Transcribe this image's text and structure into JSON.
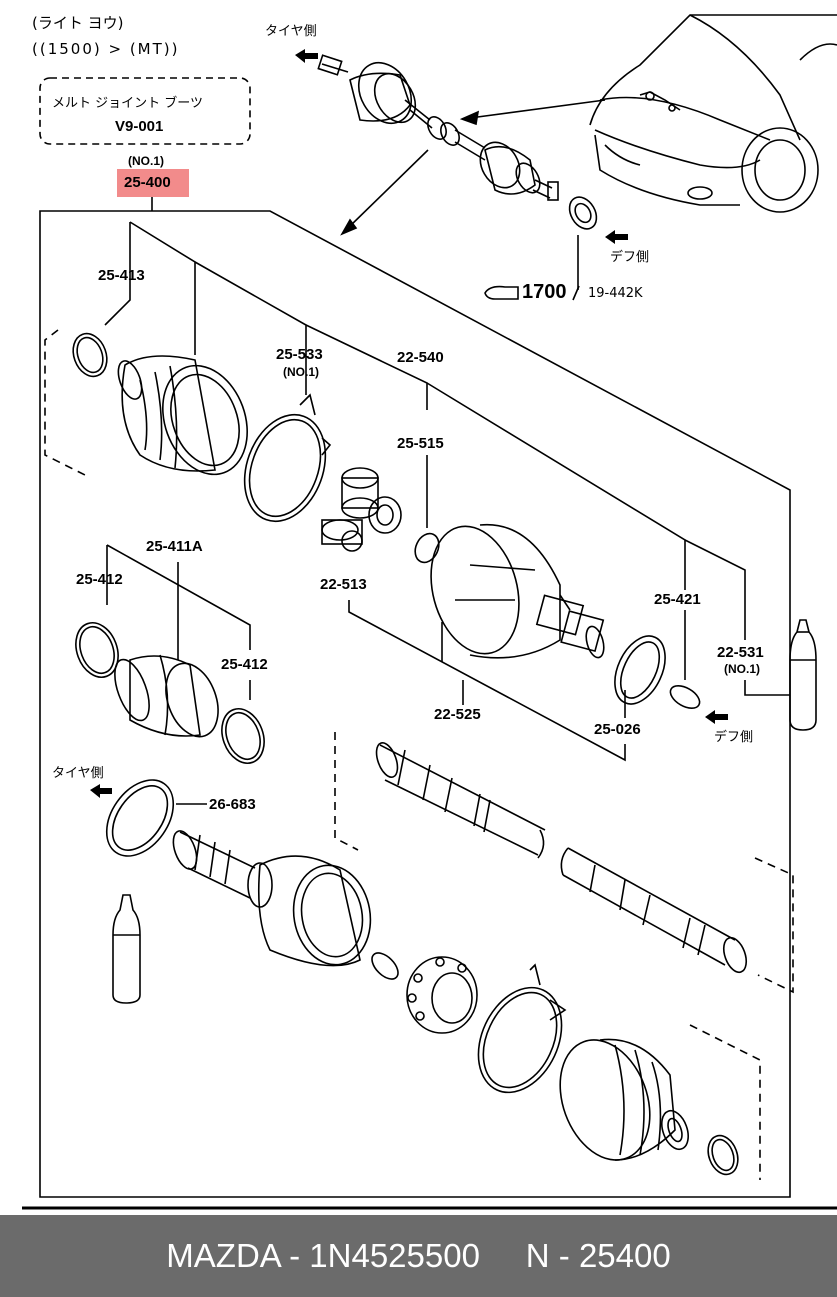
{
  "header": {
    "line1": "(ライト ヨウ)",
    "line2": "((1500) > (MT))",
    "box_line1": "メルト ジョイント ブーツ",
    "box_line2": "V9-001"
  },
  "labels": {
    "tire_side": "タイヤ側",
    "diff_side": "デフ側",
    "ref_number": "1700",
    "ref_code": "19-442K",
    "main_no": "(NO.1)",
    "main_part": "25-400",
    "p25413": "25-413",
    "p25533": "25-533",
    "p25533_no": "(NO.1)",
    "p22540": "22-540",
    "p25515": "25-515",
    "p25411A": "25-411A",
    "p25412a": "25-412",
    "p25412b": "25-412",
    "p22513": "22-513",
    "p25421": "25-421",
    "p22531": "22-531",
    "p22531_no": "(NO.1)",
    "p22525": "22-525",
    "p25026": "25-026",
    "p26683": "26-683"
  },
  "footer": {
    "text": "MAZDA - 1N4525500     N - 25400"
  },
  "colors": {
    "highlight": "#f28b8b",
    "footer_bg": "#6b6b6b",
    "footer_text": "#ffffff"
  }
}
